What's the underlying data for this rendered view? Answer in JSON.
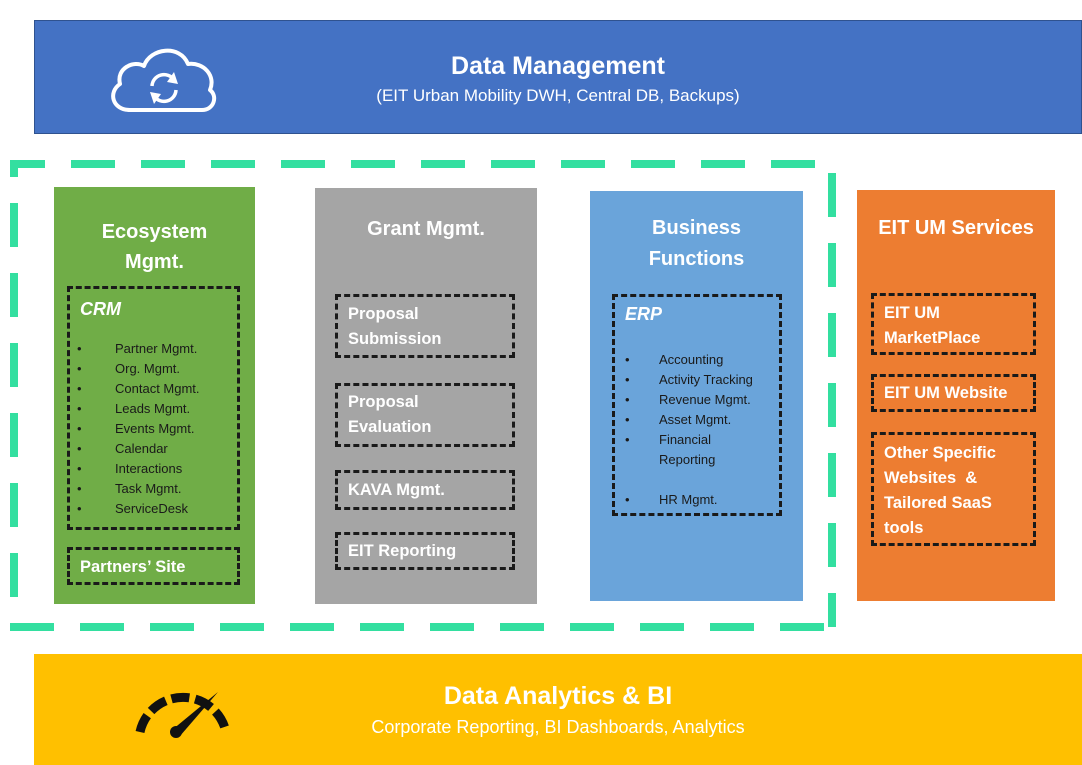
{
  "top": {
    "title": "Data Management",
    "subtitle": "(EIT Urban Mobility DWH, Central DB, Backups)",
    "icon": "cloud-sync-icon",
    "color": "#4472c4"
  },
  "bottom": {
    "title": "Data Analytics & BI",
    "subtitle": "Corporate Reporting, BI Dashboards, Analytics",
    "icon": "speedometer-icon",
    "color": "#ffc000"
  },
  "ecosystem": {
    "title_line1": "Ecosystem",
    "title_line2": "Mgmt.",
    "color": "#70ad47",
    "crm": {
      "label": "CRM",
      "items": [
        "Partner Mgmt.",
        "Org. Mgmt.",
        "Contact Mgmt.",
        "Leads Mgmt.",
        "Events Mgmt.",
        "Calendar",
        "Interactions",
        "Task Mgmt.",
        "ServiceDesk"
      ]
    },
    "partners_site": "Partners’ Site"
  },
  "grant": {
    "title": "Grant Mgmt.",
    "color": "#a5a5a5",
    "boxes": [
      {
        "line1": "Proposal",
        "line2": "Submission"
      },
      {
        "line1": "Proposal",
        "line2": "Evaluation"
      },
      {
        "line1": "KAVA Mgmt.",
        "line2": ""
      },
      {
        "line1": "EIT Reporting",
        "line2": ""
      }
    ]
  },
  "business": {
    "title_line1": "Business",
    "title_line2": "Functions",
    "color": "#6fa8dc",
    "erp": {
      "label": "ERP",
      "items": [
        "Accounting",
        "Activity Tracking",
        "Revenue Mgmt.",
        "Asset Mgmt.",
        "Financial",
        "Reporting",
        "HR Mgmt."
      ]
    }
  },
  "services": {
    "title": "EIT UM Services",
    "color": "#ed7d31",
    "marketplace_line1": "EIT UM",
    "marketplace_line2": "MarketPlace",
    "website": "EIT UM Website",
    "other_line1": "Other Specific",
    "other_line2": "Websites  &",
    "other_line3": "Tailored SaaS",
    "other_line4": "tools"
  },
  "dashed_outline_color": "#33dfa0"
}
